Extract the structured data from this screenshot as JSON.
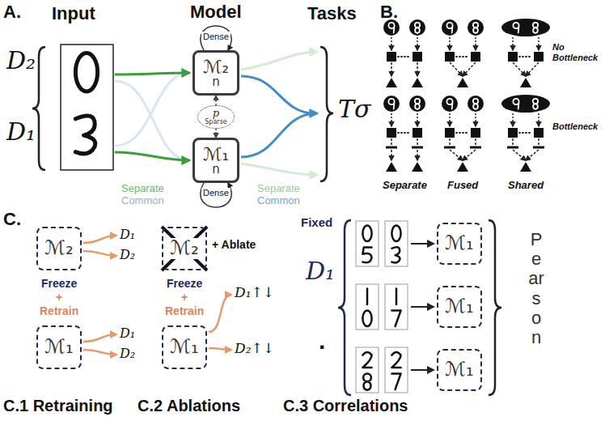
{
  "diagram": {
    "nodes": [
      {
        "text": [
          "ℳ₂",
          "n"
        ]
      },
      {
        "text": [
          "p",
          "Sparse"
        ]
      },
      {
        "text": [
          "ℳ₁",
          "n"
        ]
      },
      {
        "text": [
          "ℳ₂"
        ]
      },
      {
        "text": [
          "ℳ₁"
        ]
      },
      {
        "text": [
          "ℳ₂"
        ]
      },
      {
        "text": [
          "ℳ₁"
        ]
      },
      {
        "text": [
          "ℳ₁"
        ]
      },
      {
        "text": [
          "ℳ₁"
        ]
      },
      {
        "text": [
          "ℳ₁"
        ]
      }
    ],
    "edges": [
      {
        "from": 1,
        "to": 0,
        "arrow": "to"
      },
      {
        "from": 1,
        "to": 2,
        "arrow": "to"
      }
    ],
    "labels": [
      "A.",
      "Input",
      "Model",
      "Tasks",
      "D₂",
      "D₁",
      "Dense",
      "Dense",
      "Separate",
      "Common",
      "Separate",
      "Common",
      "Tσ",
      "B.",
      "No Bottleneck",
      "Bottleneck",
      "Separate",
      "Fused",
      "Shared",
      "C.",
      "Freeze",
      "+",
      "Retrain",
      "D₁",
      "D₂",
      "D₁",
      "D₂",
      "C.1 Retraining",
      "+ Ablate",
      "Freeze",
      "+",
      "Retrain",
      "D₁↑↓",
      "D₂↑↓",
      "C.2 Ablations",
      "Fixed",
      "D₁",
      ".",
      "Pearson",
      "C.3 Correlations"
    ]
  }
}
